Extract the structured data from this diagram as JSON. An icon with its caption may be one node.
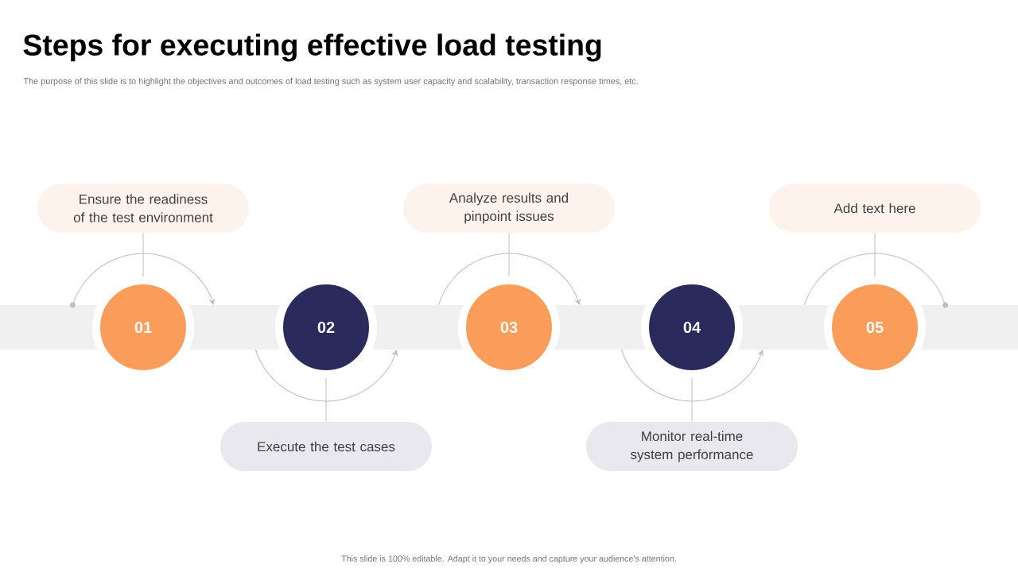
{
  "diagram": {
    "title": "Steps for executing effective load testing",
    "caption": "The purpose of this slide is to highlight the objectives and outcomes of load testing such as system user capacity and scalability, transaction response times, etc.",
    "nodes": [
      {
        "text": [
          "Ensure the readiness of the test environment"
        ]
      },
      {
        "text": [
          "01"
        ]
      },
      {
        "text": [
          "Execute the test cases"
        ]
      },
      {
        "text": [
          "02"
        ]
      },
      {
        "text": [
          "Analyze results and pinpoint issues"
        ]
      },
      {
        "text": [
          "03"
        ]
      },
      {
        "text": [
          "Monitor real-time system performance"
        ]
      },
      {
        "text": [
          "04"
        ]
      },
      {
        "text": [
          "Add text here"
        ]
      },
      {
        "text": [
          "05"
        ]
      },
      {
        "text": [],
        "shape": "bar"
      }
    ],
    "edges": [
      {
        "from": 0,
        "to": 1,
        "arrow": "none"
      },
      {
        "from": 2,
        "to": 3,
        "arrow": "none"
      },
      {
        "from": 4,
        "to": 5,
        "arrow": "none"
      },
      {
        "from": 6,
        "to": 7,
        "arrow": "none"
      },
      {
        "from": 8,
        "to": 9,
        "arrow": "none"
      }
    ],
    "labels": [
      "This slide is 100% editable. Adapt it to your needs and capture your audience's attention."
    ]
  }
}
